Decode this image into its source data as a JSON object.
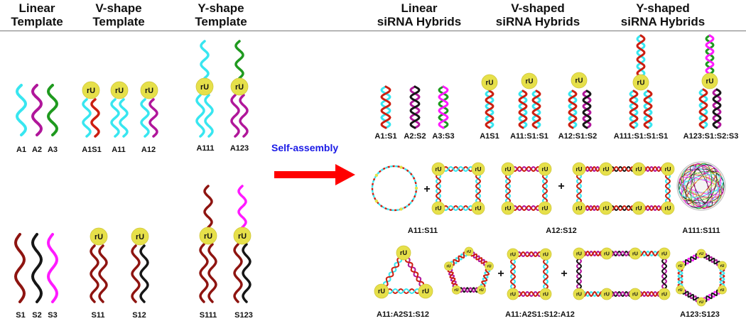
{
  "headers": [
    {
      "line1": "Linear",
      "line2": "Template"
    },
    {
      "line1": "V-shape",
      "line2": "Template"
    },
    {
      "line1": "Y-shape",
      "line2": "Template"
    },
    {
      "line1": "Linear",
      "line2": "siRNA Hybrids"
    },
    {
      "line1": "V-shaped",
      "line2": "siRNA Hybrids"
    },
    {
      "line1": "Y-shaped",
      "line2": "siRNA Hybrids"
    }
  ],
  "arrow_label": "Self-assembly",
  "node_label": "rU",
  "plus": "+",
  "colors": {
    "cyan": "#38e6f0",
    "purple": "#b0169a",
    "green": "#1f9a1f",
    "red": "#cc1e10",
    "darkred": "#8e1410",
    "black": "#161616",
    "magenta": "#ff1aff",
    "node": "#e6e04a",
    "arrow": "#ff0000",
    "label_blue": "#1a1ae6"
  },
  "template_labels": [
    "A1",
    "A2",
    "A3",
    "A1S1",
    "A11",
    "A12",
    "A111",
    "A123",
    "S1",
    "S2",
    "S3",
    "S11",
    "S12",
    "S111",
    "S123"
  ],
  "hybrid_labels": [
    "A1:S1",
    "A2:S2",
    "A3:S3",
    "A1S1",
    "A11:S1:S1",
    "A12:S1:S2",
    "A111:S1:S1:S1",
    "A123:S1:S2:S3"
  ],
  "assembly_labels": [
    "A11:S11",
    "A12:S12",
    "A111:S111",
    "A11:A2S1:S12",
    "A11:A2S1:S12:A12",
    "A123:S123"
  ]
}
